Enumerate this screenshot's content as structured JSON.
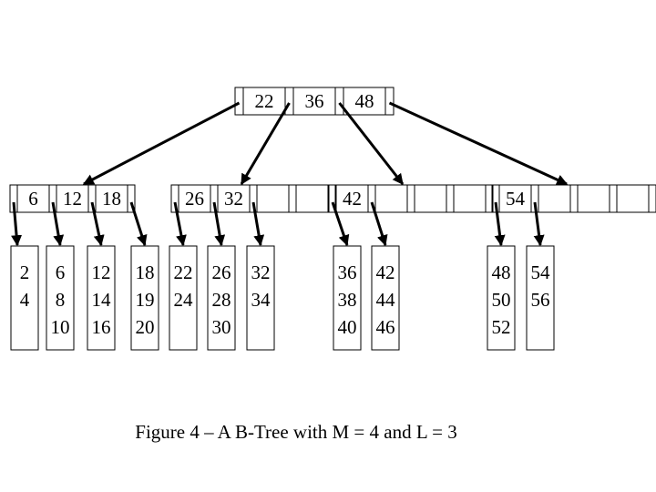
{
  "caption": "Figure 4 – A B-Tree with M = 4 and L = 3",
  "tree": {
    "root": {
      "keys": [
        "22",
        "36",
        "48"
      ]
    },
    "internal": [
      {
        "keys": [
          "6",
          "12",
          "18"
        ]
      },
      {
        "keys": [
          "26",
          "32",
          "",
          ""
        ]
      },
      {
        "keys": [
          "42",
          "",
          "",
          ""
        ]
      },
      {
        "keys": [
          "54",
          "",
          "",
          ""
        ]
      }
    ],
    "leaves": [
      {
        "values": [
          "2",
          "4",
          ""
        ]
      },
      {
        "values": [
          "6",
          "8",
          "10"
        ]
      },
      {
        "values": [
          "12",
          "14",
          "16"
        ]
      },
      {
        "values": [
          "18",
          "19",
          "20"
        ]
      },
      {
        "values": [
          "22",
          "24",
          ""
        ]
      },
      {
        "values": [
          "26",
          "28",
          "30"
        ]
      },
      {
        "values": [
          "32",
          "34",
          ""
        ]
      },
      {
        "values": [
          "36",
          "38",
          "40"
        ]
      },
      {
        "values": [
          "42",
          "44",
          "46"
        ]
      },
      {
        "values": [
          "48",
          "50",
          "52"
        ]
      },
      {
        "values": [
          "54",
          "56",
          ""
        ]
      }
    ]
  },
  "colors": {
    "stroke": "#000000",
    "background": "#ffffff"
  }
}
